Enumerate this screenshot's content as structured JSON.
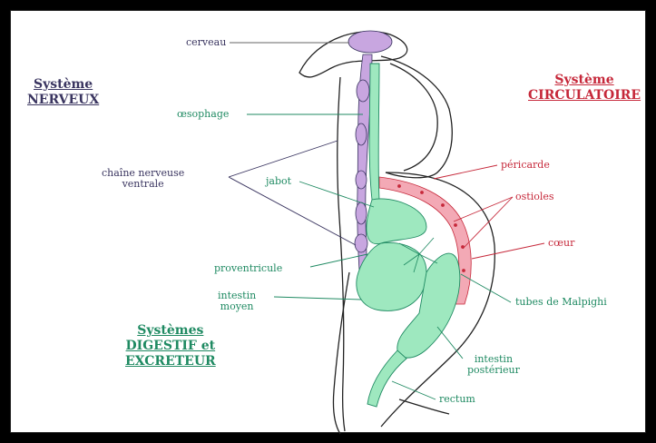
{
  "titles": {
    "nerveux": [
      "Système",
      "NERVEUX"
    ],
    "circulatoire": [
      "Système",
      "CIRCULATOIRE"
    ],
    "digestif": [
      "Systèmes",
      "DIGESTIF et",
      "EXCRETEUR"
    ]
  },
  "labels": {
    "cerveau": "cerveau",
    "oesophage": "œsophage",
    "chaine": [
      "chaîne nerveuse",
      "ventrale"
    ],
    "jabot": "jabot",
    "proventricule": "proventricule",
    "intestin_moyen": [
      "intestin",
      "moyen"
    ],
    "pericarde": "péricarde",
    "ostioles": "ostioles",
    "coeur": "cœur",
    "tubes_malpighi": "tubes de Malpighi",
    "intestin_posterieur": [
      "intestin",
      "postérieur"
    ],
    "rectum": "rectum"
  },
  "colors": {
    "nervous": "#3a3560",
    "circulatory": "#c6283a",
    "digestive": "#1f8a62",
    "nerve_fill": "#c8a6e0",
    "heart_fill": "#f3a9b5",
    "gut_fill": "#9ee8bf"
  }
}
